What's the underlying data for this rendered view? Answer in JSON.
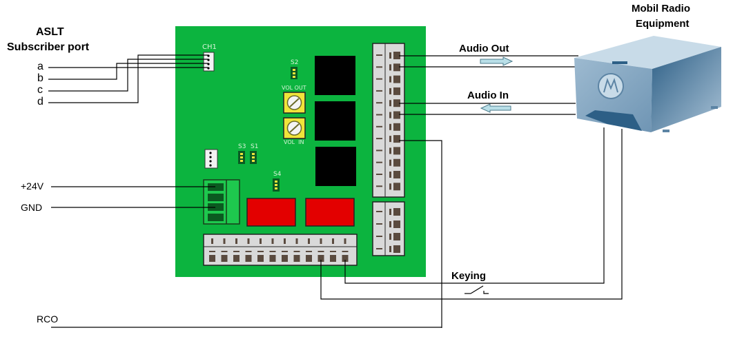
{
  "title_left": [
    "ASLT",
    "Subscriber port"
  ],
  "title_right": [
    "Mobil Radio",
    "Equipment"
  ],
  "subscriber_lines": [
    "a",
    "b",
    "c",
    "d"
  ],
  "power": {
    "plus": "+24V",
    "gnd": "GND"
  },
  "rco": "RCO",
  "audio_out": "Audio Out",
  "audio_in": "Audio In",
  "keying": "Keying",
  "board_labels": {
    "ch1": "CH1",
    "s1": "S1",
    "s2": "S2",
    "s3": "S3",
    "s4": "S4",
    "vol_out": "VOL OUT",
    "vol_in": "VOL  IN"
  },
  "colors": {
    "pcb": "#0cb43f",
    "relay": "#e30000",
    "pot": "#f0e43a",
    "connector": "#d9d9d9",
    "pin": "#5a4a3e",
    "arrow": "#b9dfe8",
    "radio": "#6f95b4"
  }
}
